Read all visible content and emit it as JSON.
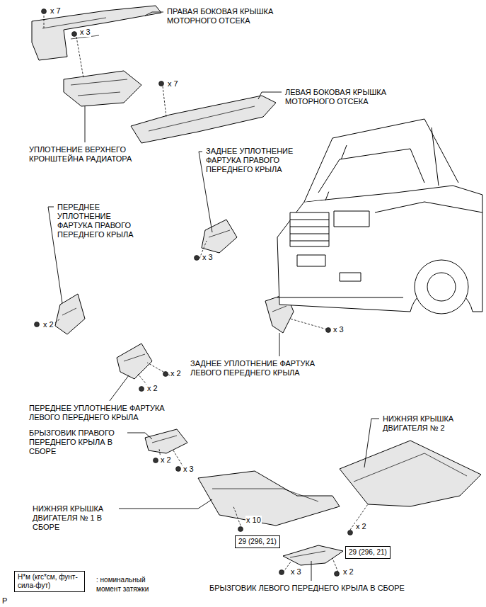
{
  "diagram": {
    "nodes": [
      {
        "text": [
          "29 (296, 21)"
        ]
      },
      {
        "text": [
          "29 (296, 21)"
        ]
      },
      {
        "text": [
          "Н*м (кгс*см, фунт-сила-фут)"
        ]
      }
    ],
    "labels": [
      "x 7",
      "ПРАВАЯ БОКОВАЯ КРЫШКА МОТОРНОГО ОТСЕКА",
      "x 3",
      "x 7",
      "ЛЕВАЯ БОКОВАЯ КРЫШКА МОТОРНОГО ОТСЕКА",
      "УПЛОТНЕНИЕ ВЕРХНЕГО КРОНШТЕЙНА РАДИАТОРА",
      "ЗАДНЕЕ УПЛОТНЕНИЕ ФАРТУКА ПРАВОГО ПЕРЕДНЕГО КРЫЛА",
      "ПЕРЕДНЕЕ УПЛОТНЕНИЕ ФАРТУКА ПРАВОГО ПЕРЕДНЕГО КРЫЛА",
      "x 3",
      "x 2",
      "x 3",
      "x 2",
      "ЗАДНЕЕ УПЛОТНЕНИЕ ФАРТУКА ЛЕВОГО ПЕРЕДНЕГО КРЫЛА",
      "x 2",
      "ПЕРЕДНЕЕ УПЛОТНЕНИЕ ФАРТУКА ЛЕВОГО ПЕРЕДНЕГО КРЫЛА",
      "НИЖНЯЯ КРЫШКА ДВИГАТЕЛЯ № 2",
      "БРЫЗГОВИК ПРАВОГО ПЕРЕДНЕГО КРЫЛА В СБОРЕ",
      "x 2",
      "x 3",
      "НИЖНЯЯ КРЫШКА ДВИГАТЕЛЯ № 1 В СБОРЕ",
      "x 10",
      "x 2",
      "x 3",
      "x 2",
      "БРЫЗГОВИК ЛЕВОГО ПЕРЕДНЕГО КРЫЛА В СБОРЕ",
      "P"
    ],
    "legend": [
      {
        "text": ": номинальный момент затяжки"
      }
    ]
  }
}
